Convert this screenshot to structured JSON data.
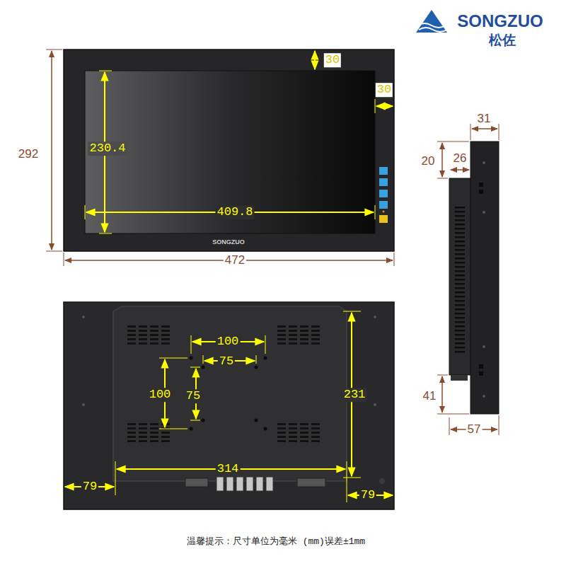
{
  "diagram": {
    "labels": [
      "SONGZUO",
      "松佐",
      "30",
      "30",
      "292",
      "230.4",
      "409.8",
      "SONGZUO",
      "472",
      "31",
      "20",
      "26",
      "41",
      "57",
      "100",
      "75",
      "100",
      "75",
      "231",
      "314",
      "79",
      "79",
      "温馨提示：尺寸单位为毫米 (mm)误差±1mm"
    ]
  }
}
